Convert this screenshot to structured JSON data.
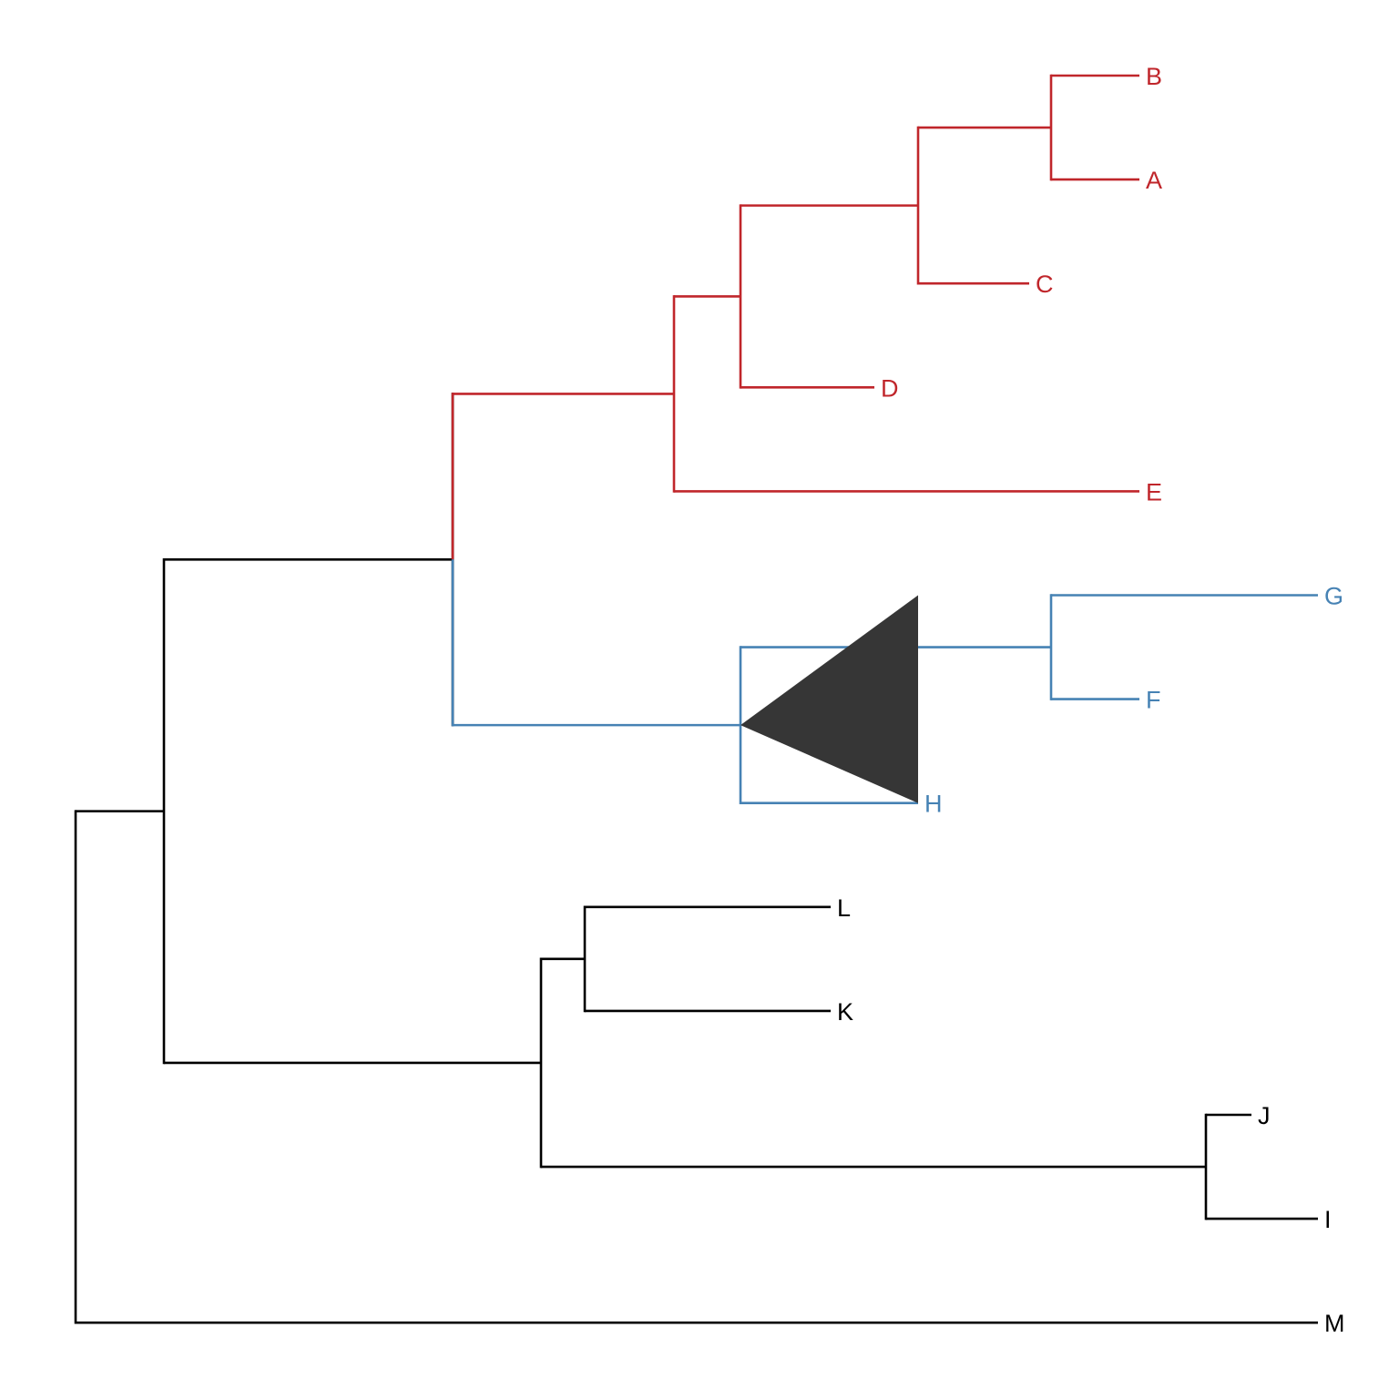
{
  "colors": {
    "red": "#C0262B",
    "blue": "#4682B4",
    "black": "#000000",
    "triangle": "#363636"
  },
  "tree": {
    "id": "root",
    "depth": 0,
    "color": "black",
    "children": [
      {
        "id": "n1",
        "depth": 0.97,
        "color": "black",
        "children": [
          {
            "id": "n2",
            "depth": 4.14,
            "color": "black",
            "children": [
              {
                "id": "n3",
                "depth": 6.57,
                "color": "red",
                "children": [
                  {
                    "id": "n4",
                    "depth": 7.3,
                    "color": "red",
                    "children": [
                      {
                        "id": "n5",
                        "depth": 9.25,
                        "color": "red",
                        "children": [
                          {
                            "id": "n6",
                            "depth": 10.71,
                            "color": "red",
                            "children": [
                              {
                                "label": "B",
                                "depth": 11.68,
                                "color": "red"
                              },
                              {
                                "label": "A",
                                "depth": 11.68,
                                "color": "red"
                              }
                            ]
                          },
                          {
                            "label": "C",
                            "depth": 10.47,
                            "color": "red"
                          }
                        ]
                      },
                      {
                        "label": "D",
                        "depth": 8.77,
                        "color": "red"
                      }
                    ]
                  },
                  {
                    "label": "E",
                    "depth": 11.68,
                    "color": "red"
                  }
                ]
              },
              {
                "id": "n7",
                "depth": 7.3,
                "color": "blue",
                "collapsed_to": 9.25,
                "children": [
                  {
                    "id": "n8",
                    "depth": 10.71,
                    "color": "blue",
                    "children": [
                      {
                        "label": "G",
                        "depth": 13.64,
                        "color": "blue"
                      },
                      {
                        "label": "F",
                        "depth": 11.68,
                        "color": "blue"
                      }
                    ]
                  },
                  {
                    "label": "H",
                    "depth": 9.25,
                    "color": "blue"
                  }
                ]
              }
            ]
          },
          {
            "id": "n9",
            "depth": 5.11,
            "color": "black",
            "children": [
              {
                "id": "n10",
                "depth": 5.59,
                "color": "black",
                "children": [
                  {
                    "label": "L",
                    "depth": 8.29,
                    "color": "black"
                  },
                  {
                    "label": "K",
                    "depth": 8.29,
                    "color": "black"
                  }
                ]
              },
              {
                "id": "n11",
                "depth": 12.41,
                "color": "black",
                "children": [
                  {
                    "label": "J",
                    "depth": 12.91,
                    "color": "black"
                  },
                  {
                    "label": "I",
                    "depth": 13.64,
                    "color": "black"
                  }
                ]
              }
            ]
          }
        ]
      },
      {
        "label": "M",
        "depth": 13.64,
        "color": "black"
      }
    ]
  },
  "tips": [
    "B",
    "A",
    "C",
    "D",
    "E",
    "G",
    "F",
    "H",
    "L",
    "K",
    "J",
    "I",
    "M"
  ]
}
